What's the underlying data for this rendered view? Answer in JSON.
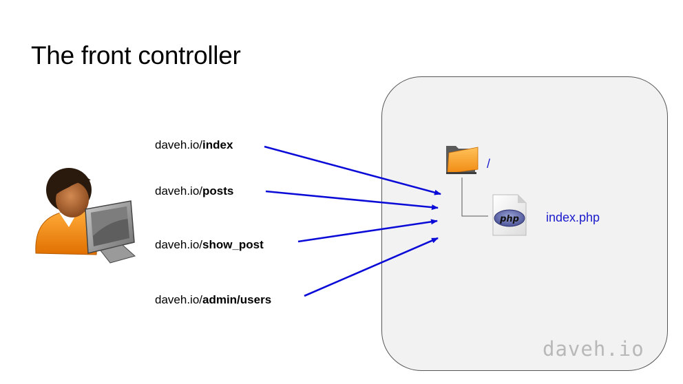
{
  "slide": {
    "title": "The front controller",
    "urls": [
      {
        "domain": "daveh.io/",
        "path": "index"
      },
      {
        "domain": "daveh.io/",
        "path": "posts"
      },
      {
        "domain": "daveh.io/",
        "path": "show_post"
      },
      {
        "domain": "daveh.io/",
        "path": "admin/users"
      }
    ],
    "server": {
      "root_label": "/",
      "file_label": "index.php",
      "file_badge": "php"
    },
    "watermark": "daveh.io"
  },
  "colors": {
    "arrow": "#0b0bd8",
    "label": "#1a1acc",
    "box_fill": "#f2f2f2"
  },
  "icons": [
    "user-at-computer-icon",
    "folder-icon",
    "php-file-icon"
  ]
}
